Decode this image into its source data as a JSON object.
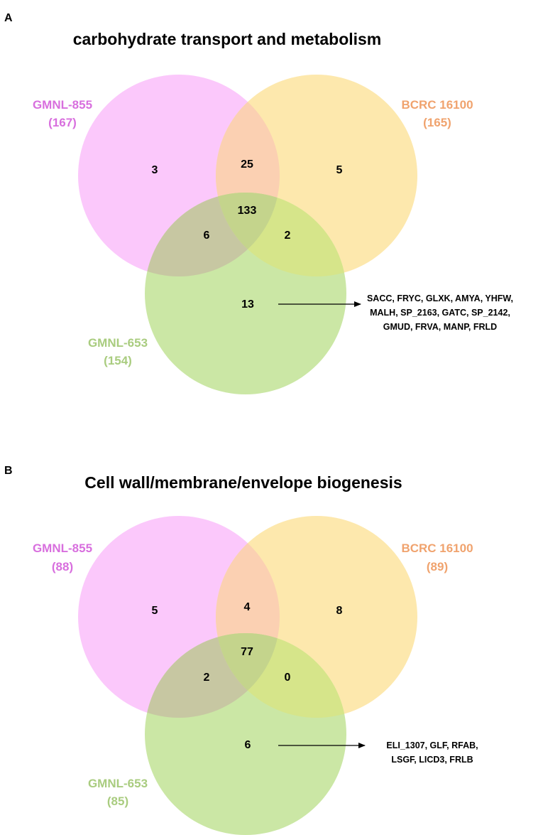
{
  "colors": {
    "gmnl855": "#fbc8fb",
    "bcrc16100": "#fde8ad",
    "gmnl653": "#cbe7a5",
    "overlap_855_16100": "#fbd0b2",
    "overlap_855_653": "#c7c7a2",
    "overlap_16100_653": "#d6e58a",
    "overlap_all": "#c4d48c",
    "label_855": "#d86fde",
    "label_16100": "#f0a36e",
    "label_653": "#a9cc7f"
  },
  "panels": [
    {
      "letter": "A",
      "title": "carbohydrate transport and metabolism",
      "sets": {
        "gmnl855": {
          "name": "GMNL-855",
          "count": "(167)"
        },
        "bcrc16100": {
          "name": "BCRC 16100",
          "count": "(165)"
        },
        "gmnl653": {
          "name": "GMNL-653",
          "count": "(154)"
        }
      },
      "regions": {
        "only_855": "3",
        "only_16100": "5",
        "only_653": "13",
        "855_16100": "25",
        "855_653": "6",
        "16100_653": "2",
        "all": "133"
      },
      "unique_653_genes": [
        "SACC, FRYC, GLXK, AMYA, YHFW,",
        "MALH, SP_2163, GATC, SP_2142,",
        "GMUD, FRVA, MANP, FRLD"
      ]
    },
    {
      "letter": "B",
      "title": "Cell wall/membrane/envelope biogenesis",
      "sets": {
        "gmnl855": {
          "name": "GMNL-855",
          "count": "(88)"
        },
        "bcrc16100": {
          "name": "BCRC 16100",
          "count": "(89)"
        },
        "gmnl653": {
          "name": "GMNL-653",
          "count": "(85)"
        }
      },
      "regions": {
        "only_855": "5",
        "only_16100": "8",
        "only_653": "6",
        "855_16100": "4",
        "855_653": "2",
        "16100_653": "0",
        "all": "77"
      },
      "unique_653_genes": [
        "ELI_1307, GLF, RFAB,",
        "LSGF, LICD3, FRLB"
      ]
    }
  ]
}
